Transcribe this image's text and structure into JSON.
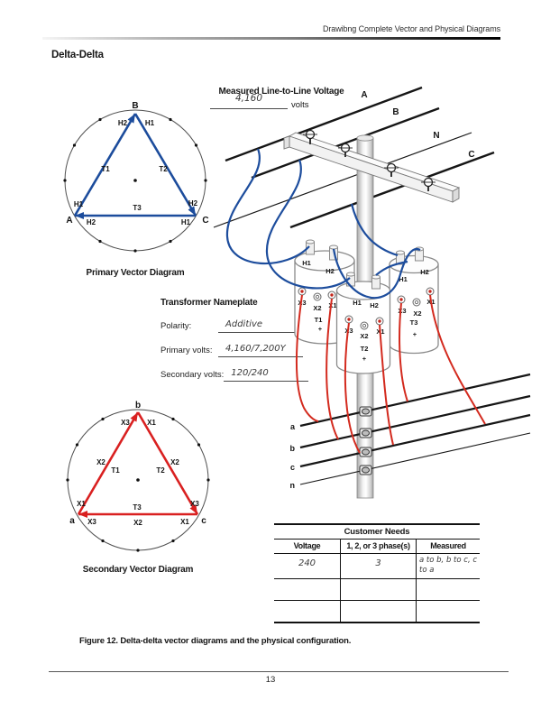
{
  "header": {
    "title": "Drawibng Complete Vector and Physical Diagrams"
  },
  "intro": {
    "heading": "Delta-Delta"
  },
  "measured": {
    "title": "Measured Line-to-Line Voltage",
    "value": "4,160",
    "unit": "volts"
  },
  "primary": {
    "caption": "Primary Vector Diagram",
    "b": "B",
    "h2_top": "H2",
    "h1_top": "H1",
    "t1": "T1",
    "t2": "T2",
    "t3": "T3",
    "h1_a": "H1",
    "a": "A",
    "h2_a": "H2",
    "h2_c": "H2",
    "c": "C",
    "h1_c": "H1"
  },
  "secondary": {
    "caption": "Secondary Vector Diagram",
    "b": "b",
    "x3_top": "X3",
    "x1_top": "X1",
    "x2_left": "X2",
    "t1": "T1",
    "t2": "T2",
    "x2_right": "X2",
    "x1_a": "X1",
    "a": "a",
    "x3_a": "X3",
    "t3": "T3",
    "x2_bottom": "X2",
    "x3_c": "X3",
    "c": "c",
    "x1_c": "X1"
  },
  "nameplate": {
    "title": "Transformer Nameplate",
    "rows": [
      {
        "label": "Polarity:",
        "value": "Additive"
      },
      {
        "label": "Primary volts:",
        "value": "4,160/7,200Y"
      },
      {
        "label": "Secondary volts:",
        "value": "120/240"
      }
    ]
  },
  "pole": {
    "lines": {
      "a": "A",
      "b": "B",
      "n": "N",
      "c": "C"
    },
    "secondary_lines": {
      "a": "a",
      "b": "b",
      "c": "c",
      "n": "n"
    },
    "t1": {
      "h1": "H1",
      "h2": "H2",
      "x3": "X3",
      "x2": "X2",
      "x1": "X1",
      "name": "T1",
      "polarity": "+"
    },
    "t2": {
      "h1": "H1",
      "h2": "H2",
      "x3": "X3",
      "x2": "X2",
      "x1": "X1",
      "name": "T2",
      "polarity": "+"
    },
    "t3": {
      "h1": "H1",
      "h2": "H2",
      "x3": "X3",
      "x2": "X2",
      "x1": "X1",
      "name": "T3",
      "polarity": "+"
    }
  },
  "customer_table": {
    "title": "Customer Needs",
    "headers": [
      "Voltage",
      "1, 2, or 3 phase(s)",
      "Measured"
    ],
    "rows": [
      [
        "240",
        "3",
        "a to b, b to c, c to a"
      ],
      [
        "",
        "",
        ""
      ],
      [
        "",
        "",
        ""
      ]
    ]
  },
  "figure": {
    "caption": "Figure 12. Delta-delta vector diagrams and the physical configuration."
  },
  "footer": {
    "page_number": "13"
  },
  "colors": {
    "primary_vector": "#1c4c9c",
    "secondary_vector": "#d92020",
    "wire_red": "#d32a1e"
  }
}
